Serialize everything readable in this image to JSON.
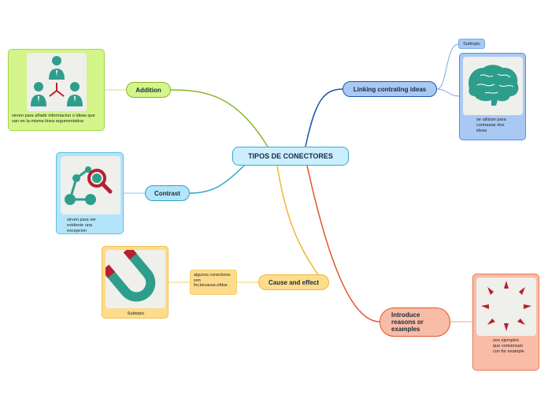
{
  "center": {
    "label": "TIPOS DE CONECTORES"
  },
  "branches": {
    "addition": {
      "label": "Addition",
      "note": "sirven para añadir informacion o ideas que van en la misma linea argumentativa",
      "color": "#8ab52a"
    },
    "contrast": {
      "label": "Contrast",
      "note": "sirven para ser evidente una excepcion",
      "color": "#2aa3cc"
    },
    "cause": {
      "label": "Cause and effect",
      "note": "algunos conectores son for,because,ofdue .",
      "card_label": "Subtopic",
      "color": "#f2b632"
    },
    "linking": {
      "label": "Linking contrating ideas",
      "note": "se utilizan para contrastar dos ideas",
      "subtopic": "Subtopic",
      "color": "#1c55a8"
    },
    "introduce": {
      "label": "Introduce reasons or examples",
      "note": "son ejemplos que comiensan con for example",
      "color": "#e2542b"
    }
  },
  "icons": {
    "addition": "team-hierarchy-icon",
    "contrast": "magnifier-network-icon",
    "cause": "magnet-icon",
    "linking": "brain-icon",
    "introduce": "burst-icon"
  },
  "colors": {
    "addition_fill": "#d3f58a",
    "addition_border": "#a8d64b",
    "contrast_fill": "#b3e5fa",
    "contrast_border": "#5bbfe3",
    "cause_fill": "#fddc8c",
    "cause_border": "#f0c04a",
    "linking_fill": "#a9c9f5",
    "linking_border": "#5a8ed6",
    "introduce_fill": "#f9bca7",
    "introduce_border": "#e77a56",
    "icon_teal": "#2e9e8c",
    "icon_red": "#b8202e"
  }
}
